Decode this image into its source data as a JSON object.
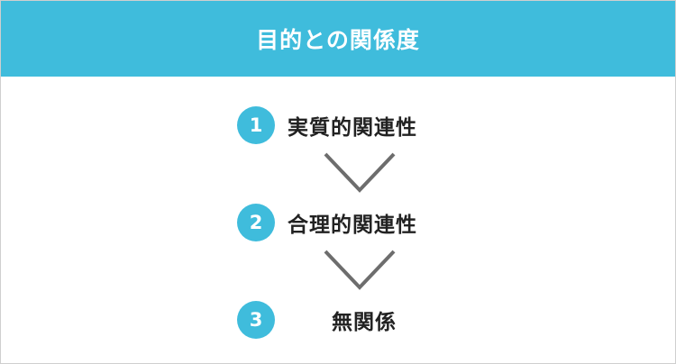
{
  "header": {
    "title": "目的との関係度"
  },
  "steps": [
    {
      "number": "1",
      "label": "実質的関連性"
    },
    {
      "number": "2",
      "label": "合理的関連性"
    },
    {
      "number": "3",
      "label": "無関係"
    }
  ],
  "colors": {
    "accent": "#3fbcdc",
    "text": "#222222",
    "arrow": "#6d6d6d",
    "border": "#cfcfcf"
  },
  "icons": {
    "arrow": "chevron-down-icon"
  }
}
